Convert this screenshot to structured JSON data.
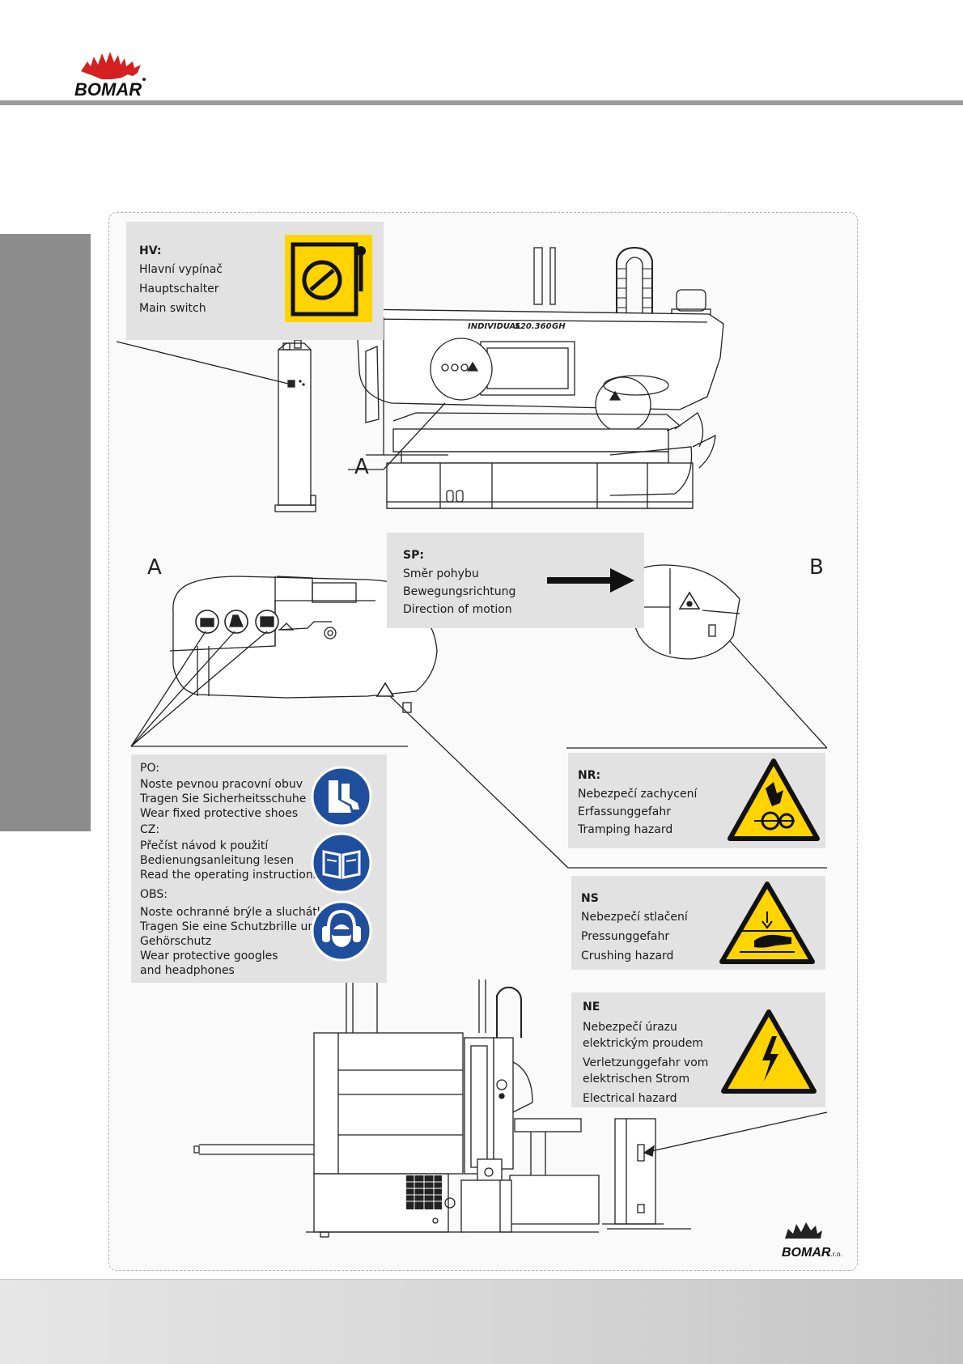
{
  "header": {
    "logo_text": "BOMAR"
  },
  "figure": {
    "letter_a": "A",
    "letter_a2": "A",
    "letter_b": "B",
    "machine_text_model": "INDIVIDUAL",
    "machine_text_number": "520.360",
    "machine_text_suffix": "GH",
    "hv": {
      "code": "HV:",
      "lines": [
        "Hlavní vypínač",
        "Hauptschalter",
        "Main switch"
      ]
    },
    "sp": {
      "code": "SP:",
      "lines": [
        "Směr pohybu",
        "Bewegungsrichtung",
        "Direction of motion"
      ]
    },
    "nr": {
      "code": "NR:",
      "lines": [
        "Nebezpečí zachycení",
        "Erfassunggefahr",
        "Tramping hazard"
      ]
    },
    "ns": {
      "code": "NS",
      "lines": [
        "Nebezpečí stlačení",
        "Pressunggefahr",
        "Crushing hazard"
      ]
    },
    "ne": {
      "code": "NE",
      "lines": [
        "Nebezpečí úrazu",
        "elektrickým proudem",
        "Verletzunggefahr vom",
        "elektrischen Strom",
        "Electrical hazard"
      ]
    },
    "po": {
      "code": "PO:",
      "lines": [
        "Noste pevnou pracovní obuv",
        "Tragen Sie Sicherheitsschuhe",
        "Wear fixed protective shoes"
      ]
    },
    "cz": {
      "code": "CZ:",
      "lines": [
        "Přečíst návod k použití",
        "Bedienungsanleitung lesen",
        "Read the operating instructions"
      ]
    },
    "obs": {
      "code": "OBS:",
      "lines": [
        "Noste ochranné brýle a sluchátka",
        "Tragen Sie eine Schutzbrille und",
        "Gehörschutz",
        "Wear protective googles",
        "and headphones"
      ]
    },
    "bottom_logo_text": "BOMAR",
    "bottom_logo_suffix": "s.r.o.",
    "icons": {
      "main_switch": "main-switch-icon",
      "arrow": "arrow-right-icon",
      "trapping": "trapping-hazard-icon",
      "crushing": "crushing-hazard-icon",
      "electrical": "electrical-hazard-icon",
      "shoes": "safety-shoes-icon",
      "manual": "read-manual-icon",
      "goggles": "goggles-earmuffs-icon"
    },
    "colors": {
      "warning_yellow": "#ffd400",
      "mandatory_blue": "#1f4e9c",
      "logo_red": "#d42020",
      "callout_gray": "#e2e2e3"
    }
  }
}
